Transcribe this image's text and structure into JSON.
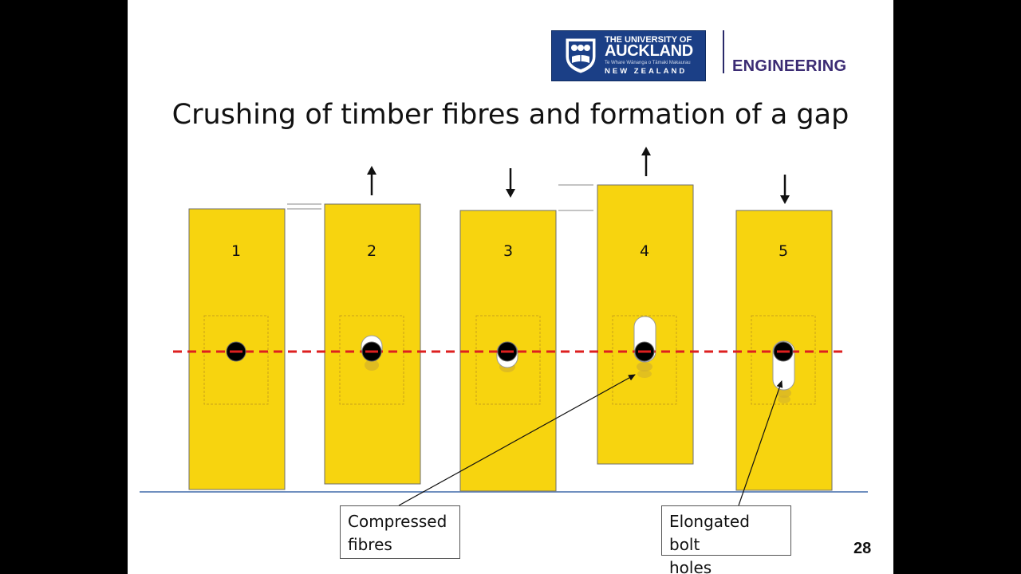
{
  "logo": {
    "line1": "THE UNIVERSITY OF",
    "line2": "AUCKLAND",
    "line3": "Te Whare Wānanga o Tāmaki Makaurau",
    "line4": "NEW ZEALAND"
  },
  "brand": {
    "faculty": "ENGINEERING",
    "color": "#3b2b73",
    "logo_color": "#1b3f86"
  },
  "slide": {
    "title": "Crushing of timber fibres and formation of a gap",
    "page_number": "28"
  },
  "colors": {
    "timber": "#f7d40f",
    "reference_line": "#dd1f1f",
    "bolt": "#000000",
    "ground": "#6f8fbf"
  },
  "stages": [
    {
      "number": "1",
      "motion": "none",
      "arrow_icon": "none"
    },
    {
      "number": "2",
      "motion": "up",
      "arrow_icon": "arrow-up-icon"
    },
    {
      "number": "3",
      "motion": "down",
      "arrow_icon": "arrow-down-icon"
    },
    {
      "number": "4",
      "motion": "up",
      "arrow_icon": "arrow-up-icon"
    },
    {
      "number": "5",
      "motion": "down",
      "arrow_icon": "arrow-down-icon"
    }
  ],
  "labels": {
    "compressed": [
      "Compressed",
      "fibres"
    ],
    "elongated": [
      "Elongated bolt",
      "holes"
    ]
  }
}
